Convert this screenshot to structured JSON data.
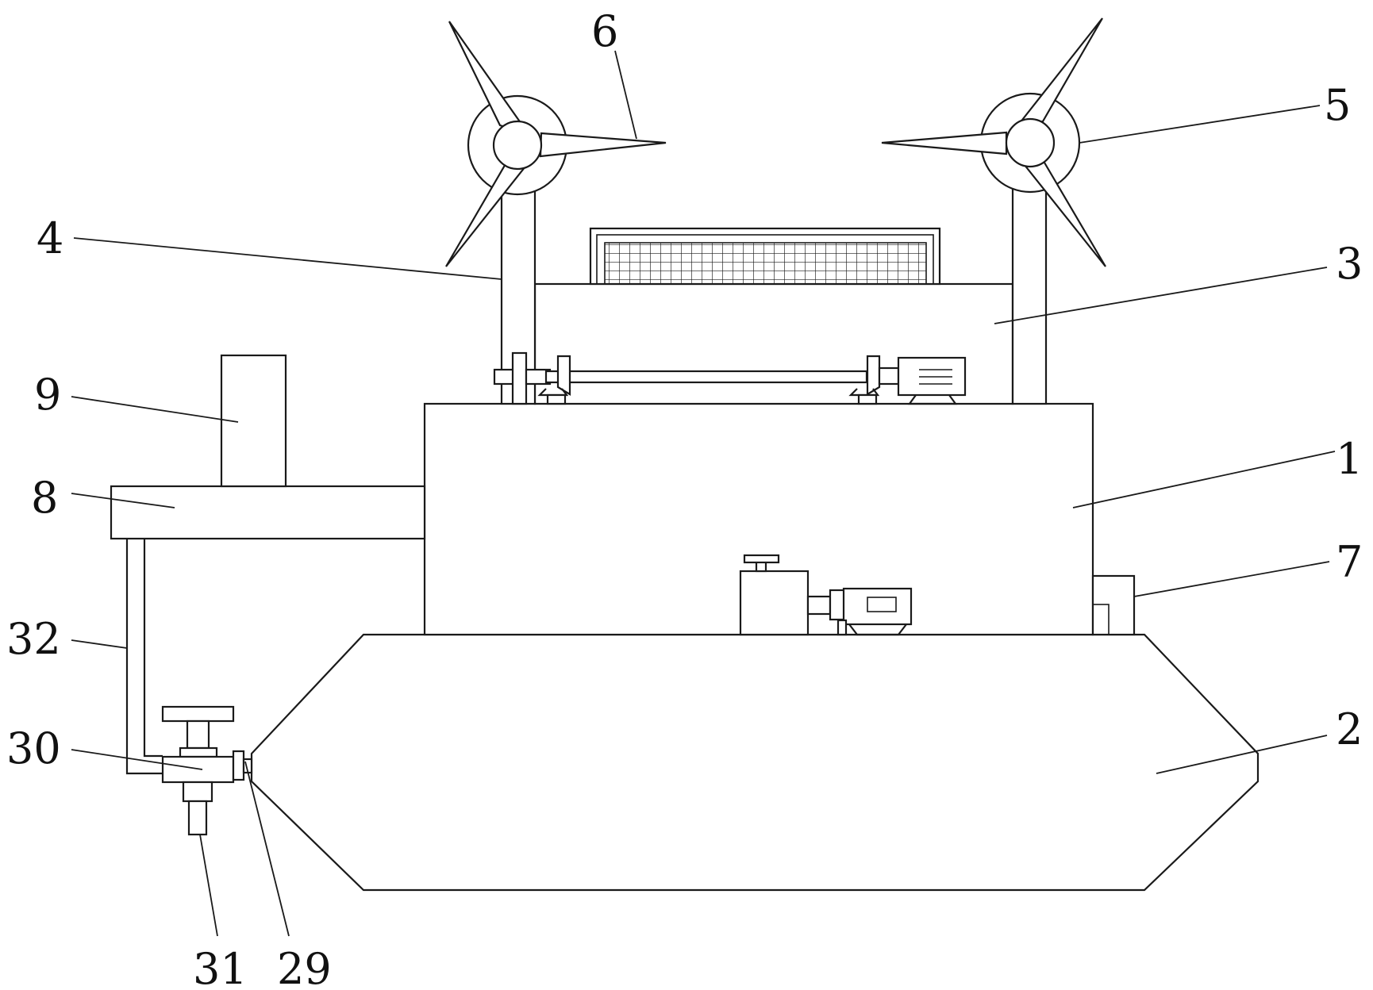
{
  "labels": {
    "l1": "1",
    "l2": "2",
    "l3": "3",
    "l4": "4",
    "l5": "5",
    "l6": "6",
    "l7": "7",
    "l8": "8",
    "l9": "9",
    "l29": "29",
    "l30": "30",
    "l31": "31",
    "l32": "32"
  }
}
